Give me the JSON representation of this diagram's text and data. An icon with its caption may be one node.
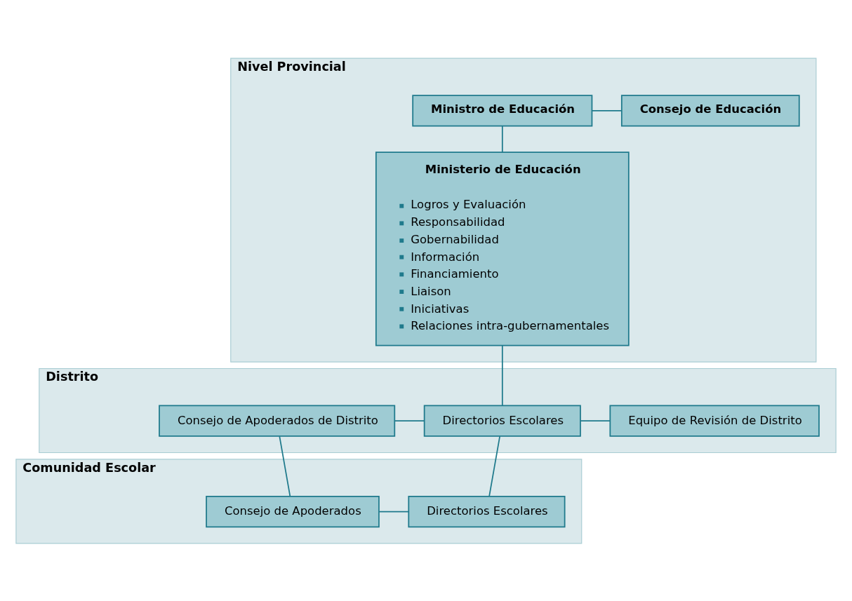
{
  "diagram": {
    "nodes": [
      {
        "text": [
          "Nivel Provincial"
        ]
      },
      {
        "text": [
          "Ministro de Educación"
        ],
        "in": 0
      },
      {
        "text": [
          "Consejo de Educación"
        ],
        "in": 0
      },
      {
        "text": [
          "Ministerio de Educación",
          "Logros y Evaluación",
          "Responsabilidad",
          "Gobernabilidad",
          "Información",
          "Financiamiento",
          "Liaison",
          "Iniciativas",
          "Relaciones intra-gubernamentales"
        ],
        "in": 0
      },
      {
        "text": [
          "Distrito"
        ]
      },
      {
        "text": [
          "Consejo de Apoderados de Distrito"
        ],
        "in": 4
      },
      {
        "text": [
          "Directorios Escolares"
        ],
        "in": 4
      },
      {
        "text": [
          "Equipo de Revisión de Distrito"
        ],
        "in": 4
      },
      {
        "text": [
          "Comunidad Escolar"
        ]
      },
      {
        "text": [
          "Consejo de Apoderados"
        ],
        "in": 8
      },
      {
        "text": [
          "Directorios Escolares"
        ],
        "in": 8
      }
    ],
    "edges": [
      {
        "from": 1,
        "to": 2,
        "arrow": "none"
      },
      {
        "from": 1,
        "to": 3,
        "arrow": "none"
      },
      {
        "from": 3,
        "to": 6,
        "arrow": "none"
      },
      {
        "from": 5,
        "to": 6,
        "arrow": "none"
      },
      {
        "from": 6,
        "to": 7,
        "arrow": "none"
      },
      {
        "from": 5,
        "to": 9,
        "arrow": "none"
      },
      {
        "from": 6,
        "to": 10,
        "arrow": "none"
      },
      {
        "from": 9,
        "to": 10,
        "arrow": "none"
      }
    ]
  }
}
